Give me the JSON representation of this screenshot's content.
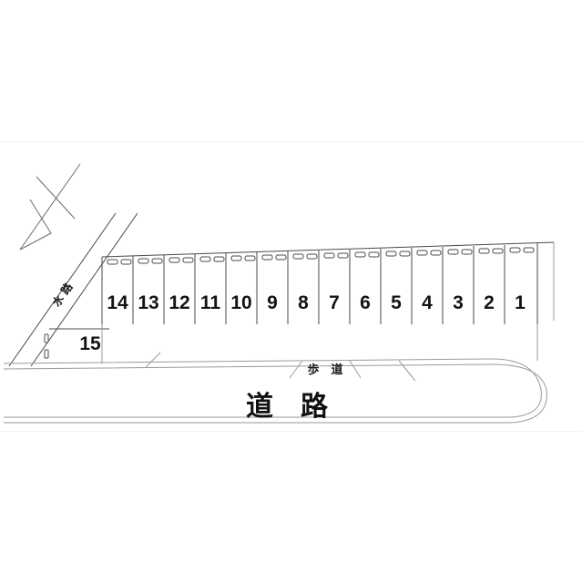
{
  "document": {
    "kind": "parking-lot-layout-plan",
    "background_color": "#ffffff",
    "panel_background": "#ffffff",
    "line_color": "#4a4a4a"
  },
  "labels": {
    "road": "道　路",
    "sidewalk": "歩　道",
    "waterway": "水 路"
  },
  "stalls": [
    {
      "id": "14",
      "label": "14"
    },
    {
      "id": "13",
      "label": "13"
    },
    {
      "id": "12",
      "label": "12"
    },
    {
      "id": "11",
      "label": "11"
    },
    {
      "id": "10",
      "label": "10"
    },
    {
      "id": "9",
      "label": "9"
    },
    {
      "id": "8",
      "label": "8"
    },
    {
      "id": "7",
      "label": "7"
    },
    {
      "id": "6",
      "label": "6"
    },
    {
      "id": "5",
      "label": "5"
    },
    {
      "id": "4",
      "label": "4"
    },
    {
      "id": "3",
      "label": "3"
    },
    {
      "id": "2",
      "label": "2"
    },
    {
      "id": "1",
      "label": "1"
    }
  ],
  "extra_stall": {
    "id": "15",
    "label": "15"
  },
  "north_arrow": {
    "name": "north-arrow"
  }
}
